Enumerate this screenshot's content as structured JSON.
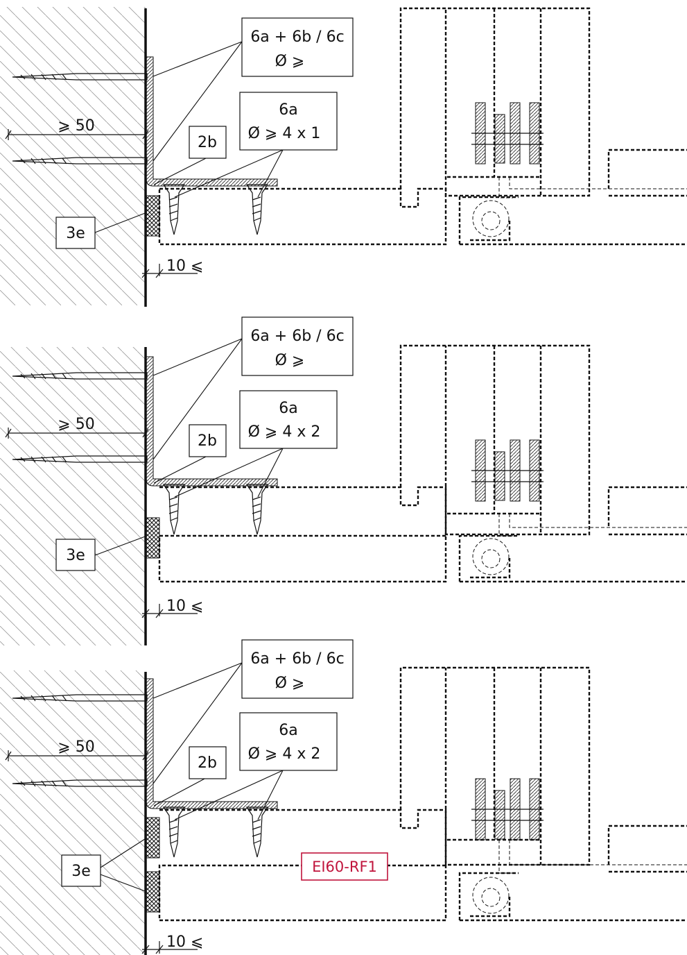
{
  "details": [
    {
      "id": "detail-1",
      "label_top": [
        "6a + 6b / 6c",
        "Ø ⩾"
      ],
      "label_screw": [
        "6a",
        "Ø ⩾ 4 x 1"
      ],
      "label_angle": "2b",
      "label_seal": "3e",
      "dim_embed": "⩾ 50",
      "dim_gap": "10 ⩽"
    },
    {
      "id": "detail-2",
      "label_top": [
        "6a + 6b / 6c",
        "Ø ⩾"
      ],
      "label_screw": [
        "6a",
        "Ø ⩾ 4 x 2"
      ],
      "label_angle": "2b",
      "label_seal": "3e",
      "dim_embed": "⩾ 50",
      "dim_gap": "10 ⩽"
    },
    {
      "id": "detail-3",
      "label_top": [
        "6a + 6b / 6c",
        "Ø ⩾"
      ],
      "label_screw": [
        "6a",
        "Ø ⩾ 4 x 2"
      ],
      "label_angle": "2b",
      "label_seal": "3e",
      "dim_embed": "⩾ 50",
      "dim_gap": "10 ⩽",
      "rating": "EI60-RF1"
    }
  ],
  "colors": {
    "line": "#111111",
    "rating": "#c0143c"
  }
}
